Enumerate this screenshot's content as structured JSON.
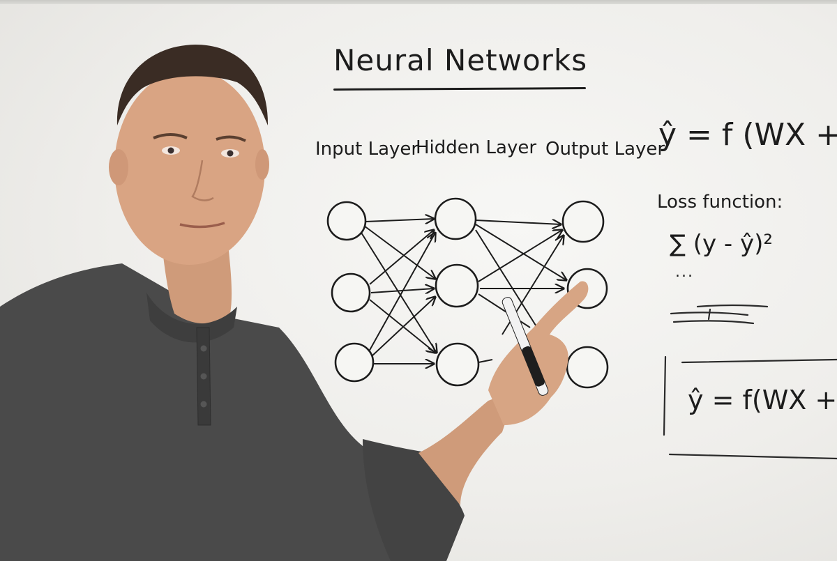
{
  "whiteboard": {
    "title": "Neural Networks",
    "layers": {
      "input": "Input Layer",
      "hidden": "Hidden Layer",
      "output": "Output Layer"
    },
    "equation_primary": "ŷ = f (WX +b)",
    "loss_label": "Loss function:",
    "loss_expression": "∑ (y - ŷ)²",
    "loss_continuation": "...",
    "equation_boxed": "ŷ = f(WX +b)"
  },
  "colors": {
    "board": "#f1f0ed",
    "ink": "#1c1c1c",
    "shirt": "#4a4a4a",
    "skin": "#d9a483",
    "hair": "#3a2c24"
  },
  "icons": {
    "marker": "marker-icon"
  }
}
